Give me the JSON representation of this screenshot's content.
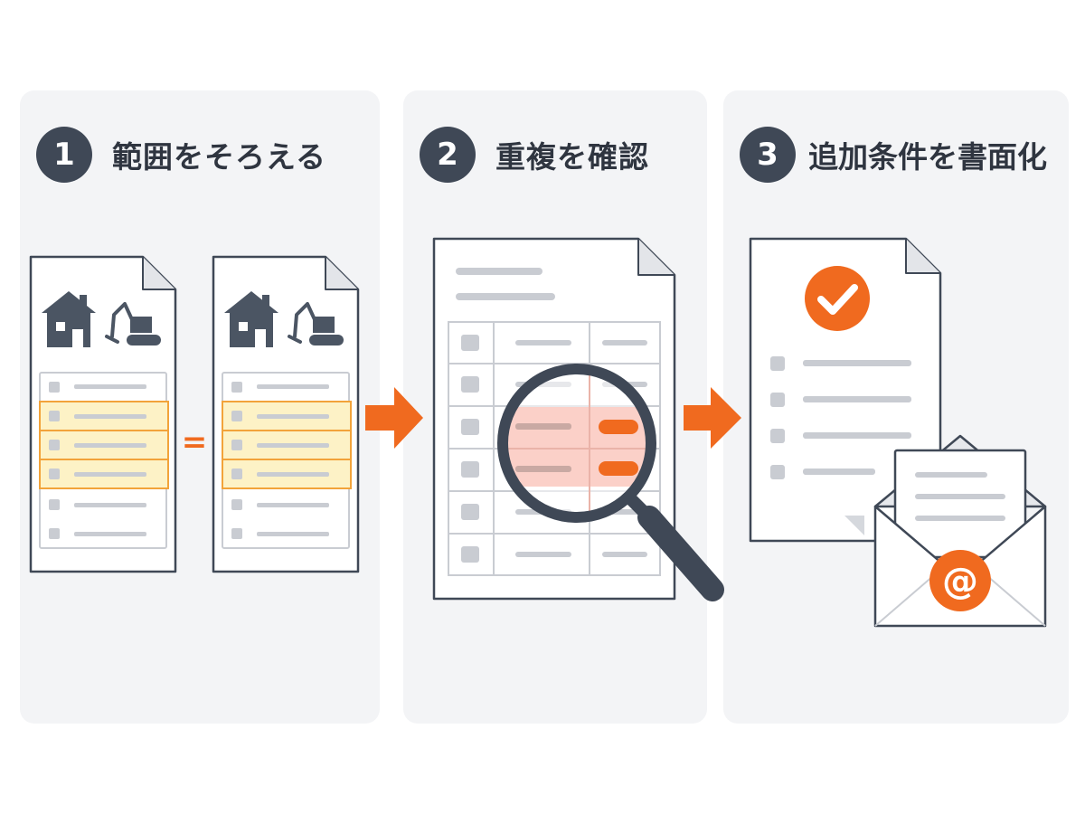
{
  "steps": [
    {
      "number": "1",
      "title": "範囲をそろえる"
    },
    {
      "number": "2",
      "title": "重複を確認"
    },
    {
      "number": "3",
      "title": "追加条件を書面化"
    }
  ],
  "step1": {
    "equals_glyph": "="
  },
  "step3": {
    "email_glyph": "@"
  },
  "colors": {
    "panel_bg": "#f3f4f6",
    "dark": "#3f4856",
    "accent_orange": "#f06a1f",
    "highlight_yellow": "#fdf2c6",
    "highlight_border": "#f2a33a",
    "highlight_pink": "#fbd0c8",
    "placeholder_gray": "#c9ccd2"
  }
}
